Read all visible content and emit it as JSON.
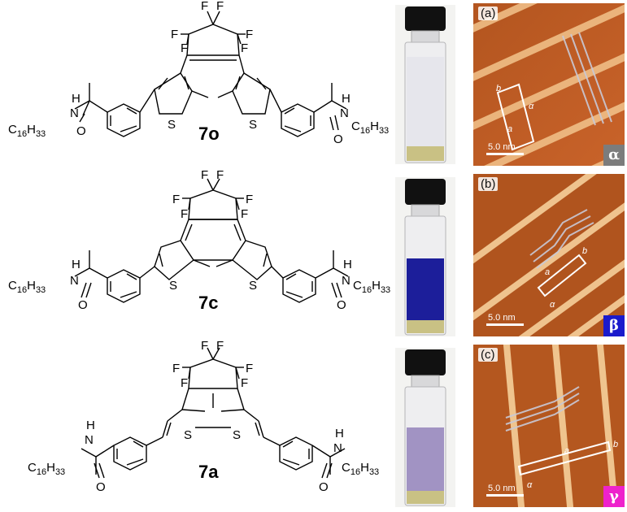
{
  "compounds": [
    {
      "id": "7o",
      "left_chain": "C16H33",
      "right_chain": "C16H33"
    },
    {
      "id": "7c",
      "left_chain": "C16H33",
      "right_chain": "C16H33"
    },
    {
      "id": "7a",
      "left_chain": "C16H33",
      "right_chain": "C16H33"
    }
  ],
  "chain": {
    "c": "C",
    "c_sub": "16",
    "h": "H",
    "h_sub": "33"
  },
  "atoms": {
    "F": "F",
    "S": "S",
    "N": "N",
    "H": "H",
    "O": "O"
  },
  "vials": [
    {
      "solution_color": "#e6e6ec"
    },
    {
      "solution_color": "#1c1e9a"
    },
    {
      "solution_color": "#a193c3"
    }
  ],
  "stm_panels": [
    {
      "label": "(a)",
      "phase": "α",
      "phase_color": "#7c7c7c",
      "scale": "5.0 nm",
      "lattice": {
        "a": "a",
        "b": "b",
        "alpha": "α"
      }
    },
    {
      "label": "(b)",
      "phase": "β",
      "phase_color": "#1a1acc",
      "scale": "5.0 nm",
      "lattice": {
        "a": "a",
        "b": "b",
        "alpha": "α"
      }
    },
    {
      "label": "(c)",
      "phase": "γ",
      "phase_color": "#ee22cc",
      "scale": "5.0 nm",
      "lattice": {
        "a": "a",
        "b": "b",
        "alpha": "α"
      }
    }
  ]
}
